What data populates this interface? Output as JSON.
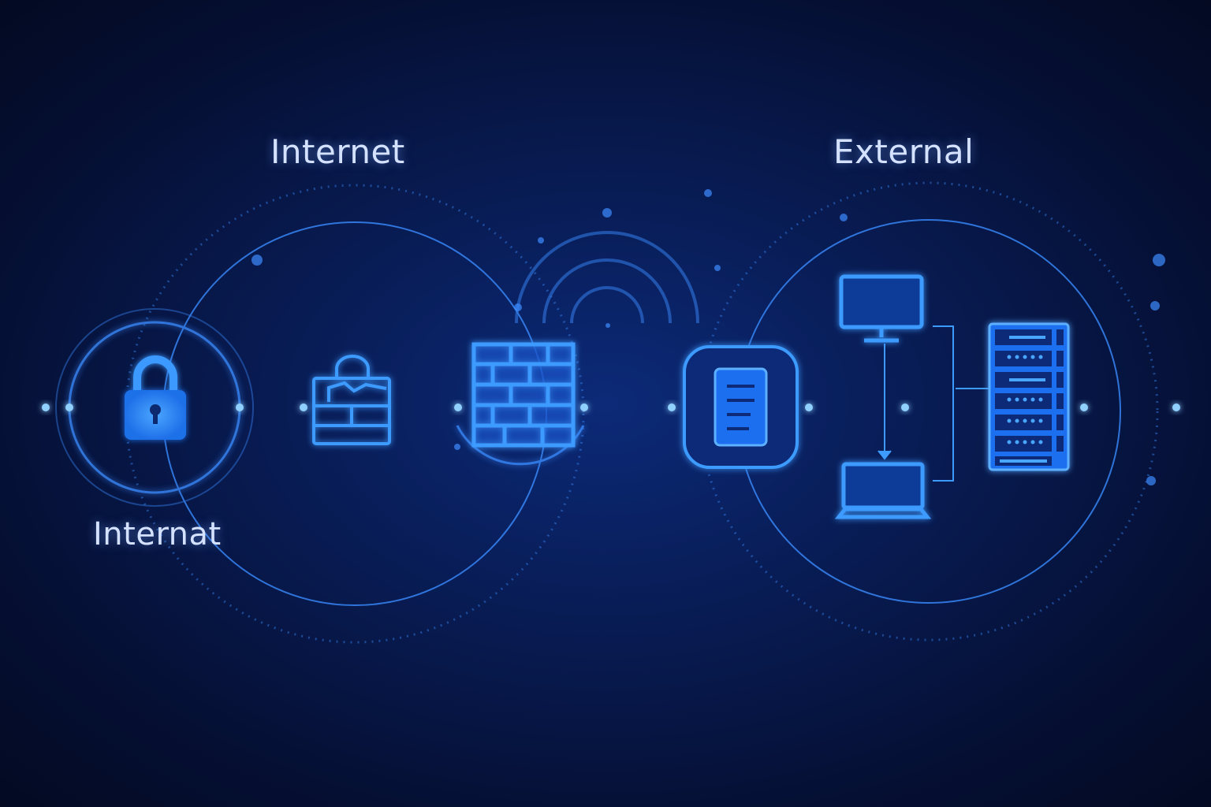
{
  "labels": {
    "top_left": "Internet",
    "top_right": "External",
    "bottom_left": "Internat"
  },
  "icons": [
    "padlock-icon",
    "briefcase-icon",
    "firewall-icon",
    "mobile-device-icon",
    "monitor-icon",
    "laptop-icon",
    "server-rack-icon"
  ],
  "colors": {
    "background": "#071a4f",
    "glow": "#2f8cff",
    "stroke": "#3d9bff",
    "text": "#d4e2ff"
  }
}
